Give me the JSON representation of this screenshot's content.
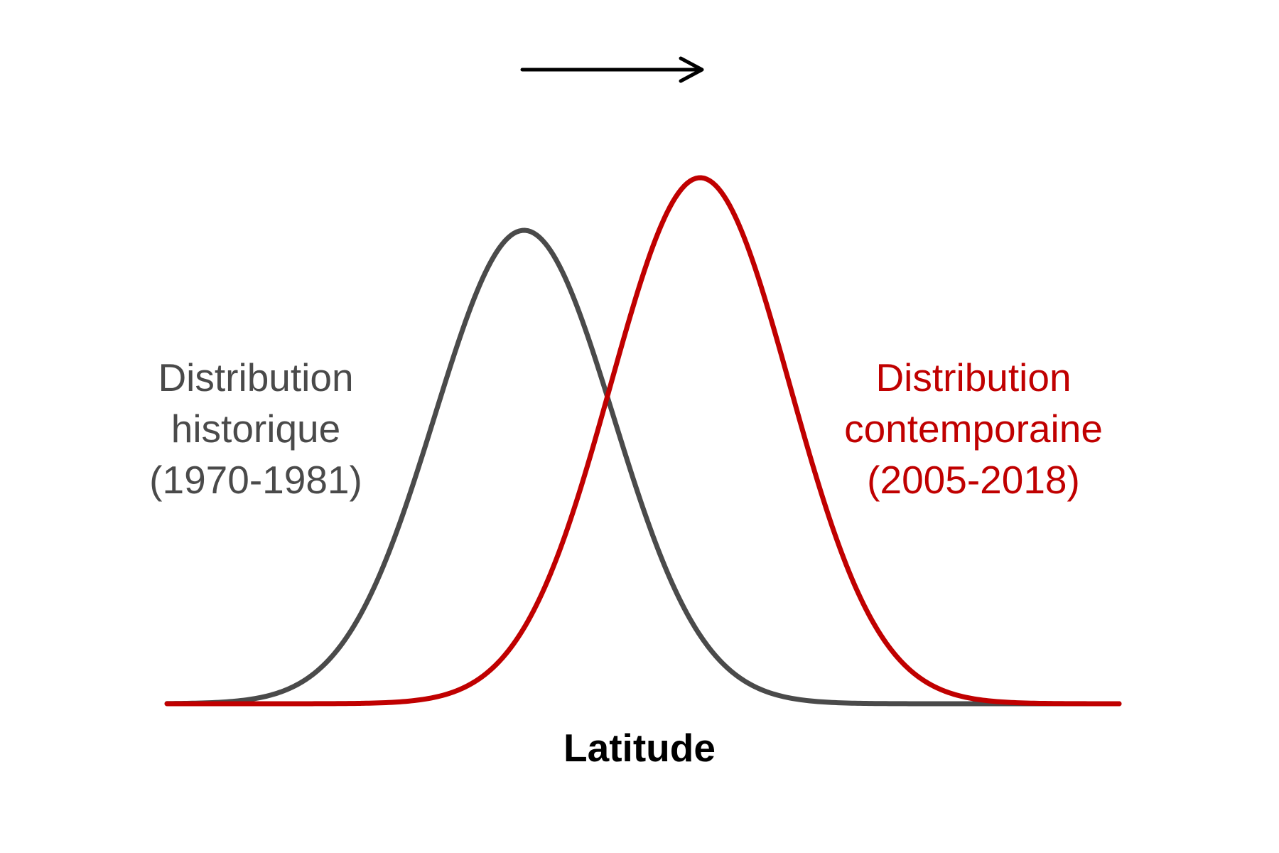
{
  "chart_data": {
    "type": "line",
    "xlabel": "Latitude",
    "ylabel": "",
    "arrow": "→",
    "series": [
      {
        "key": "historical",
        "label_lines": [
          "Distribution",
          "historique",
          "(1970-1981)"
        ],
        "color": "#4a4a4a",
        "peak_position": 0.375,
        "relative_height": 0.9
      },
      {
        "key": "contemporary",
        "label_lines": [
          "Distribution",
          "contemporaine",
          "(2005-2018)"
        ],
        "color": "#c00000",
        "peak_position": 0.56,
        "relative_height": 1.0
      }
    ]
  }
}
